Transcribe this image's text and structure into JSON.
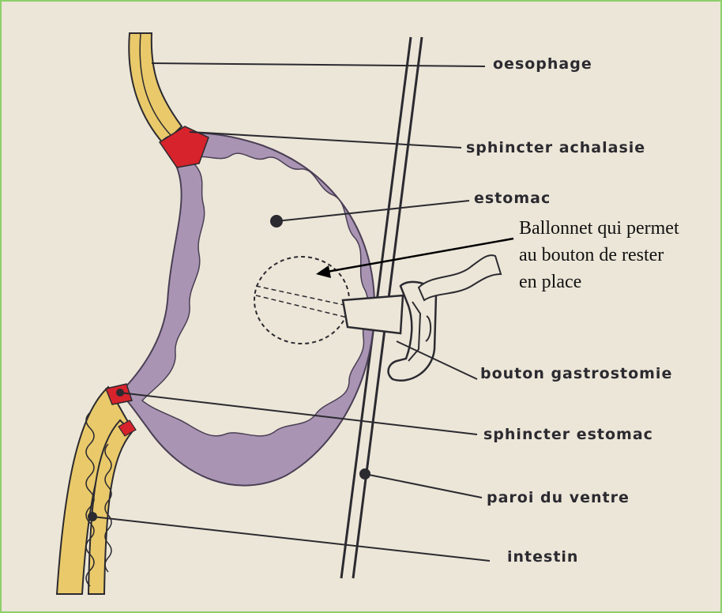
{
  "labels": {
    "oesophage": "oesophage",
    "sphincter_achalasie": "sphincter achalasie",
    "estomac": "estomac",
    "bouton_gastrostomie": "bouton gastrostomie",
    "sphincter_estomac": "sphincter estomac",
    "paroi_du_ventre": "paroi du ventre",
    "intestin": "intestin"
  },
  "annotation": {
    "line1": "Ballonnet qui permet",
    "line2": "au bouton de rester",
    "line3": "en place"
  },
  "colors": {
    "background": "#ece6d8",
    "frame_border": "#8ccf6a",
    "stomach_wall": "#a995b3",
    "tube_fill": "#e9c96a",
    "sphincter_red": "#d6232c",
    "ink": "#2b2a30"
  }
}
